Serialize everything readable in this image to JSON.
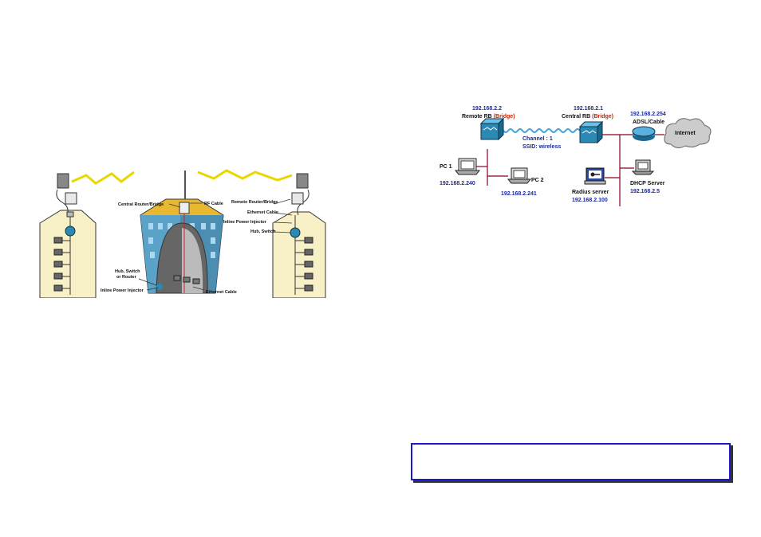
{
  "left_diagram": {
    "labels": {
      "central": "Central  Router/Bridge",
      "rf_cable": "RF Cable",
      "remote": "Remote  Router/Bridge",
      "ethernet_cable_right": "Ethernet Cable",
      "injector_right": "Inline Power Injector",
      "hub_switch_right": "Hub, Switch",
      "hub_left_1": "Hub, Switch",
      "hub_left_2": "or Router",
      "injector_left": "Inline Power Injector",
      "ethernet_cable_bottom": "Ethernet Cable"
    }
  },
  "right_diagram": {
    "remote_ip": "192.168.2.2",
    "remote_label": "Remote RB ",
    "remote_mode": "(Bridge)",
    "central_ip": "192.168.2.1",
    "central_label": "Central RB ",
    "central_mode": "(Bridge)",
    "router_ip": "192.168.2.254",
    "router_label": "ADSL/Cable",
    "internet_label": "Internet",
    "channel": "Channel : 1",
    "ssid": "SSID: wireless",
    "pc1_label": "PC 1",
    "pc1_ip": "192.168.2.240",
    "pc2_label": "PC 2",
    "pc2_ip": "192.168.2.241",
    "radius_label": "Radius server",
    "radius_ip": "192.168.2.100",
    "dhcp_label": "DHCP Server",
    "dhcp_ip": "192.168.2.5",
    "colors": {
      "ip": "#1a2a9c",
      "mode": "#cc2200",
      "wire": "#8a0020",
      "device": "#2a8ab5"
    }
  },
  "note_box": {
    "text": ""
  }
}
